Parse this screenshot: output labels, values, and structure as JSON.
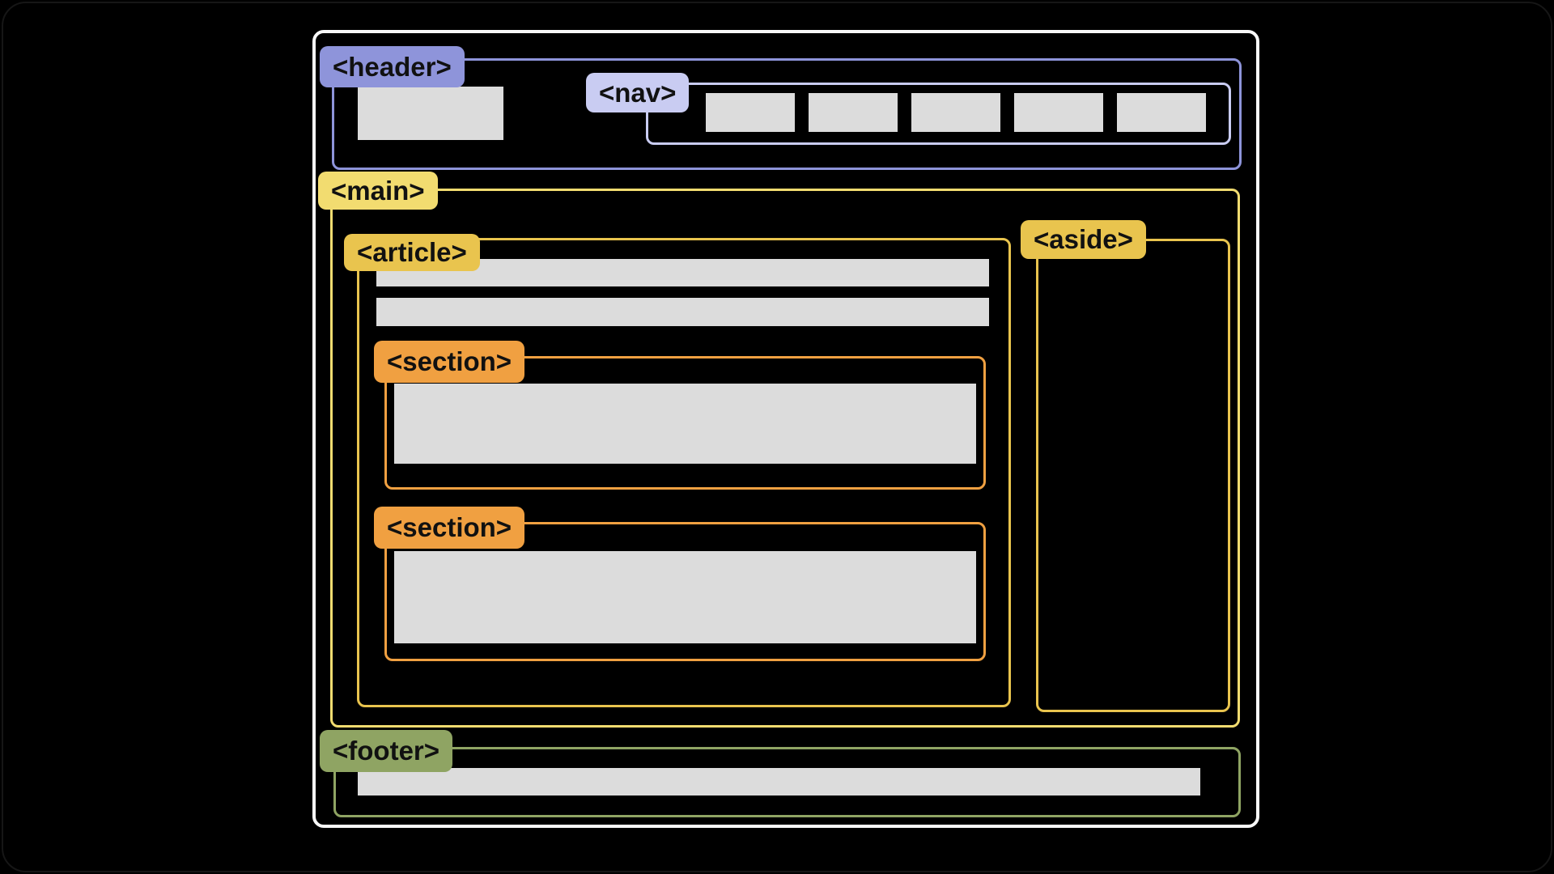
{
  "diagram": {
    "title": "HTML semantic page layout diagram",
    "labels": {
      "header": "<header>",
      "nav": "<nav>",
      "main": "<main>",
      "article": "<article>",
      "section_top": "<section>",
      "section_bottom": "<section>",
      "aside": "<aside>",
      "footer": "<footer>"
    },
    "colors": {
      "header": "#8e94da",
      "nav": "#c9ccf2",
      "main": "#f2dc70",
      "article": "#e9c44e",
      "aside": "#e9c44e",
      "section": "#f0a041",
      "footer": "#8fa463",
      "placeholder": "#dcdcdc",
      "frame": "#f8f8f8",
      "background": "#000000",
      "label_text": "#111111"
    },
    "nav_item_count": 5
  }
}
